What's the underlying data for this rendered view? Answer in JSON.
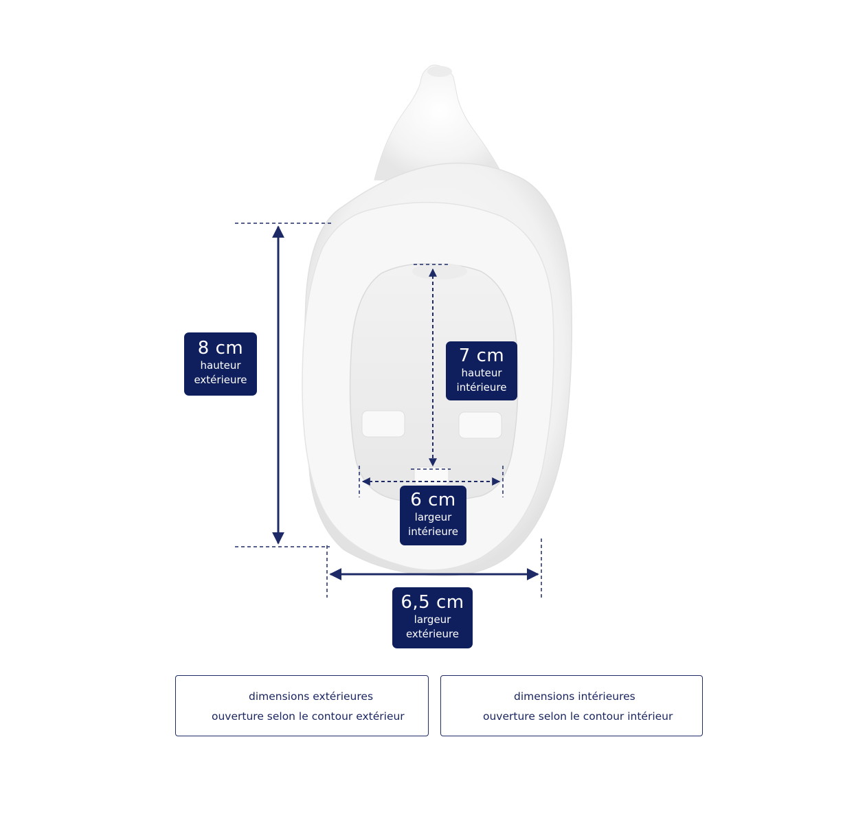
{
  "colors": {
    "navy": "#0f1f5e",
    "line": "#1d2a66",
    "product": "#f4f4f4"
  },
  "measurements": {
    "outer_height": {
      "value": "8 cm",
      "label_line1": "hauteur",
      "label_line2": "extérieure"
    },
    "inner_height": {
      "value": "7 cm",
      "label_line1": "hauteur",
      "label_line2": "intérieure"
    },
    "inner_width": {
      "value": "6 cm",
      "label_line1": "largeur",
      "label_line2": "intérieure"
    },
    "outer_width": {
      "value": "6,5 cm",
      "label_line1": "largeur",
      "label_line2": "extérieure"
    }
  },
  "legend": {
    "exterior": {
      "arrow_icon": "solid-double-arrow-icon",
      "title": "dimensions extérieures",
      "subtitle": "ouverture selon le contour extérieur"
    },
    "interior": {
      "arrow_icon": "dashed-double-arrow-icon",
      "title": "dimensions intérieures",
      "subtitle": "ouverture selon le contour intérieur"
    }
  }
}
